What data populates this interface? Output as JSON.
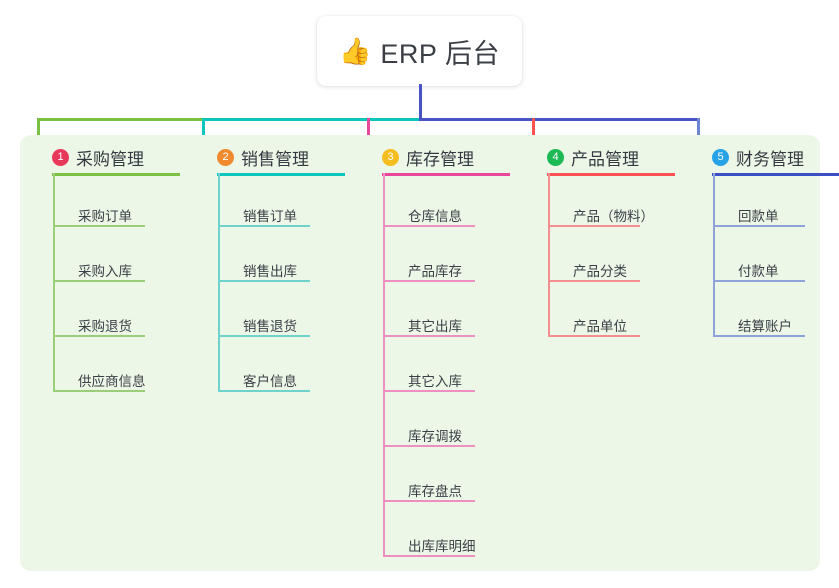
{
  "title": {
    "icon": "thumbs-up-icon",
    "emoji": "👍",
    "text": "ERP 后台"
  },
  "colors": {
    "panel_bg": "#edf7e7",
    "page_bg": "#ffffff",
    "trunk": "#4a53c4",
    "text": "#3a3f46"
  },
  "columns": [
    {
      "number": "1",
      "title": "采购管理",
      "badge_color": "#e8395b",
      "rule_color": "#7ac143",
      "line_color": "#9ccd78",
      "stem_color": "#7ac143",
      "items": [
        {
          "label": "采购订单"
        },
        {
          "label": "采购入库"
        },
        {
          "label": "采购退货"
        },
        {
          "label": "供应商信息"
        }
      ]
    },
    {
      "number": "2",
      "title": "销售管理",
      "badge_color": "#f08a2e",
      "rule_color": "#0cc6bd",
      "line_color": "#6fd3cd",
      "stem_color": "#0cc6bd",
      "items": [
        {
          "label": "销售订单"
        },
        {
          "label": "销售出库"
        },
        {
          "label": "销售退货"
        },
        {
          "label": "客户信息"
        }
      ]
    },
    {
      "number": "3",
      "title": "库存管理",
      "badge_color": "#f5bd1f",
      "rule_color": "#e8479b",
      "line_color": "#ef8ec0",
      "stem_color": "#e8479b",
      "items": [
        {
          "label": "仓库信息"
        },
        {
          "label": "产品库存"
        },
        {
          "label": "其它出库"
        },
        {
          "label": "其它入库"
        },
        {
          "label": "库存调拨"
        },
        {
          "label": "库存盘点"
        },
        {
          "label": "出库库明细"
        }
      ]
    },
    {
      "number": "4",
      "title": "产品管理",
      "badge_color": "#1db954",
      "rule_color": "#fa5252",
      "line_color": "#f58e8e",
      "stem_color": "#fa5252",
      "items": [
        {
          "label": "产品（物料）"
        },
        {
          "label": "产品分类"
        },
        {
          "label": "产品单位"
        }
      ]
    },
    {
      "number": "5",
      "title": "财务管理",
      "badge_color": "#29a3e8",
      "rule_color": "#3c4fc4",
      "line_color": "#8ca2d8",
      "stem_color": "#6b86d0",
      "items": [
        {
          "label": "回款单"
        },
        {
          "label": "付款单"
        },
        {
          "label": "结算账户"
        }
      ]
    }
  ],
  "bus": {
    "segments": [
      {
        "color": "#7ac143"
      },
      {
        "color": "#0cc6bd"
      },
      {
        "color": "#4a53c4"
      }
    ]
  }
}
